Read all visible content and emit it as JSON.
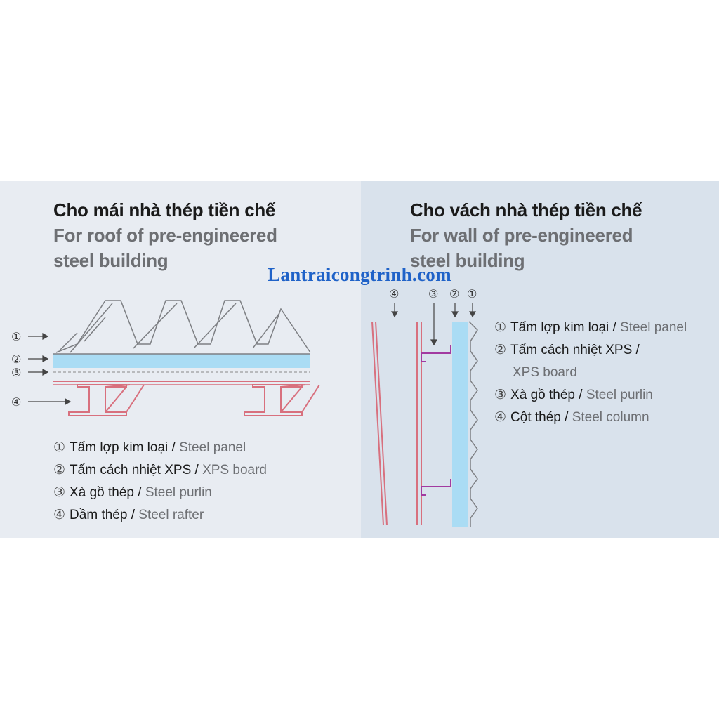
{
  "watermark": "Lantraicongtrinh.com",
  "roof": {
    "title_vi": "Cho mái nhà thép tiền chế",
    "title_en_line1": "For roof of pre-engineered",
    "title_en_line2": "steel building",
    "markers": [
      "①",
      "②",
      "③",
      "④"
    ],
    "legend": [
      {
        "num": "①",
        "vi": "Tấm lợp kim loại",
        "en": "Steel panel"
      },
      {
        "num": "②",
        "vi": "Tấm cách nhiệt XPS",
        "en": "XPS board"
      },
      {
        "num": "③",
        "vi": "Xà gồ thép",
        "en": "Steel purlin"
      },
      {
        "num": "④",
        "vi": "Dầm thép",
        "en": "Steel rafter"
      }
    ]
  },
  "wall": {
    "title_vi": "Cho vách nhà thép tiền chế",
    "title_en_line1": "For wall of pre-engineered",
    "title_en_line2": "steel building",
    "markers": [
      "④",
      "③",
      "②",
      "①"
    ],
    "legend": [
      {
        "num": "①",
        "vi": "Tấm lợp kim loại",
        "en": "Steel panel"
      },
      {
        "num": "②",
        "vi": "Tấm cách nhiệt XPS",
        "en": "/"
      },
      {
        "num": "",
        "vi": "",
        "en": "XPS board"
      },
      {
        "num": "③",
        "vi": "Xà gồ thép",
        "en": "Steel purlin"
      },
      {
        "num": "④",
        "vi": "Cột thép",
        "en": "Steel column"
      }
    ]
  },
  "colors": {
    "xps": "#aadcf4",
    "steel_red": "#d8707e",
    "purlin_purple": "#a23aa0",
    "panel_line": "#7d7f83",
    "watermark": "#1f62c8"
  }
}
